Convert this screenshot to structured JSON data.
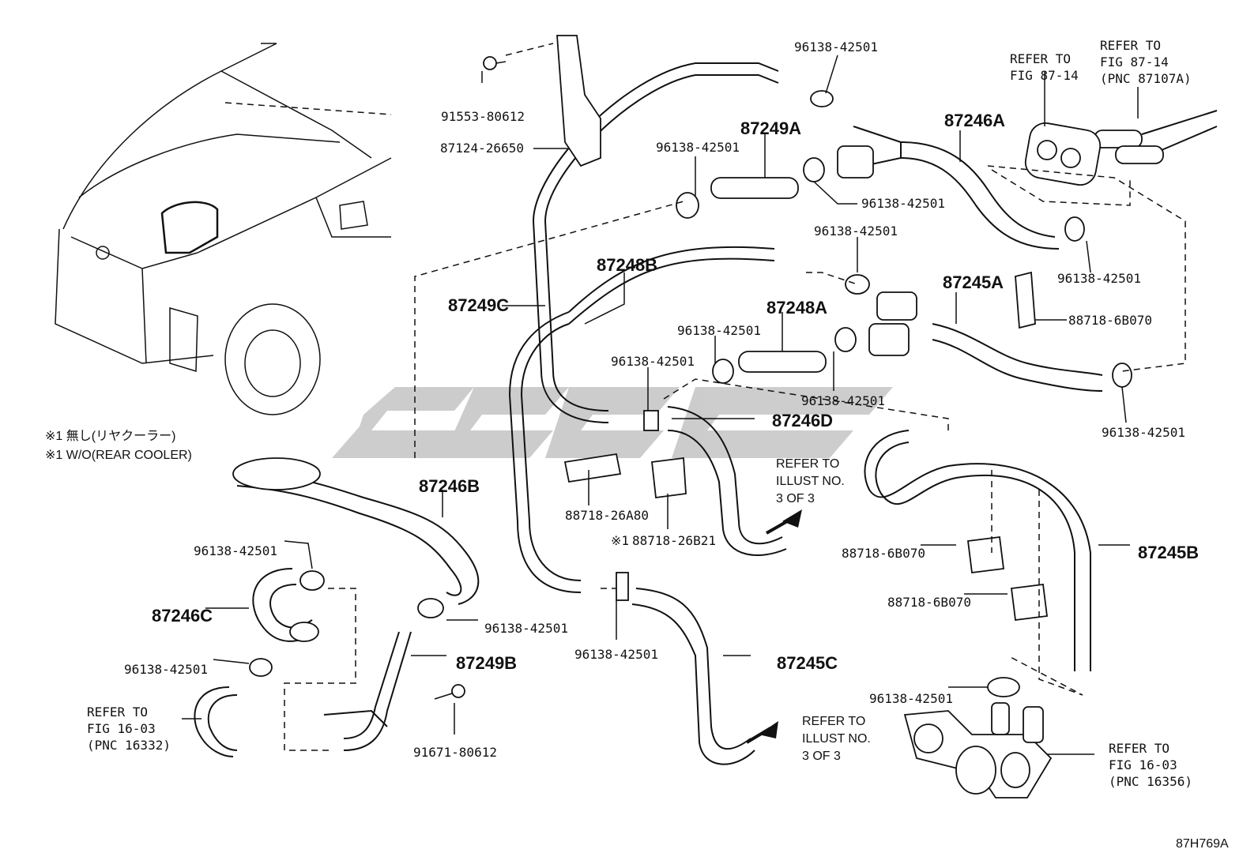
{
  "labels": {
    "p91553": "91553-80612",
    "p87124": "87124-26650",
    "p96138_a": "96138-42501",
    "p87249A": "87249A",
    "p96138_b": "96138-42501",
    "p96138_c": "96138-42501",
    "p87246A": "87246A",
    "refer_a1": "REFER TO",
    "refer_a2": "FIG 87-14",
    "refer_b1": "REFER TO",
    "refer_b2": "FIG 87-14",
    "refer_b3": "(PNC 87107A)",
    "p96138_d": "96138-42501",
    "p87248B": "87248B",
    "p87249C": "87249C",
    "p96138_e": "96138-42501",
    "p87245A": "87245A",
    "p88718_6B070_a": "88718-6B070",
    "p96138_f": "96138-42501",
    "p87248A": "87248A",
    "p96138_g": "96138-42501",
    "p96138_h": "96138-42501",
    "p96138_i": "96138-42501",
    "p87246D": "87246D",
    "refer_c1": "REFER TO",
    "refer_c2": "ILLUST NO.",
    "refer_c3": "3 OF 3",
    "p88718_26A80": "88718-26A80",
    "p88718_26B21": "88718-26B21",
    "note_mark": "※1",
    "note_jp": "※1 無し(リヤクーラー)",
    "note_en": "※1 W/O(REAR COOLER)",
    "p87246B": "87246B",
    "p96138_j": "96138-42501",
    "p87246C": "87246C",
    "p96138_k": "96138-42501",
    "p96138_l": "96138-42501",
    "p87249B": "87249B",
    "refer_d1": "REFER TO",
    "refer_d2": "FIG 16-03",
    "refer_d3": "(PNC 16332)",
    "p91671": "91671-80612",
    "p96138_m": "96138-42501",
    "p87245C": "87245C",
    "refer_e1": "REFER TO",
    "refer_e2": "ILLUST NO.",
    "refer_e3": "3 OF 3",
    "p88718_6B070_b": "88718-6B070",
    "p88718_6B070_c": "88718-6B070",
    "p87245B": "87245B",
    "p96138_n": "96138-42501",
    "refer_f1": "REFER TO",
    "refer_f2": "FIG 16-03",
    "refer_f3": "(PNC 16356)",
    "fig_code": "87H769A"
  },
  "colors": {
    "line": "#111111",
    "watermark": "#b9b9b9"
  }
}
